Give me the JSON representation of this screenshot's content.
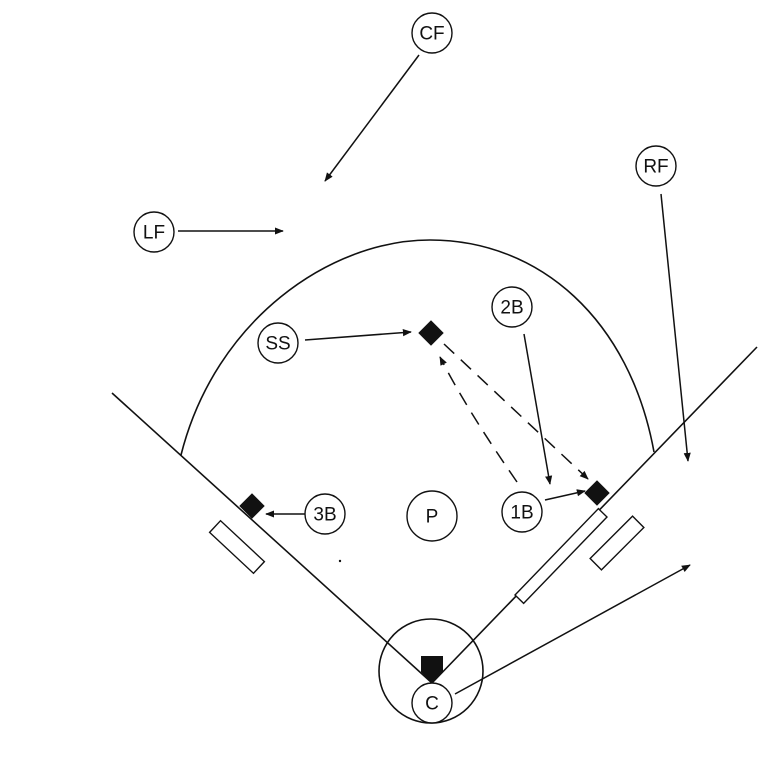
{
  "diagram": {
    "positions": {
      "cf": "CF",
      "lf": "LF",
      "rf": "RF",
      "ss": "SS",
      "second_base": "2B",
      "third_base": "3B",
      "pitcher": "P",
      "first_base": "1B",
      "catcher": "C"
    },
    "colors": {
      "ink": "#111111",
      "background": "#ffffff"
    }
  }
}
